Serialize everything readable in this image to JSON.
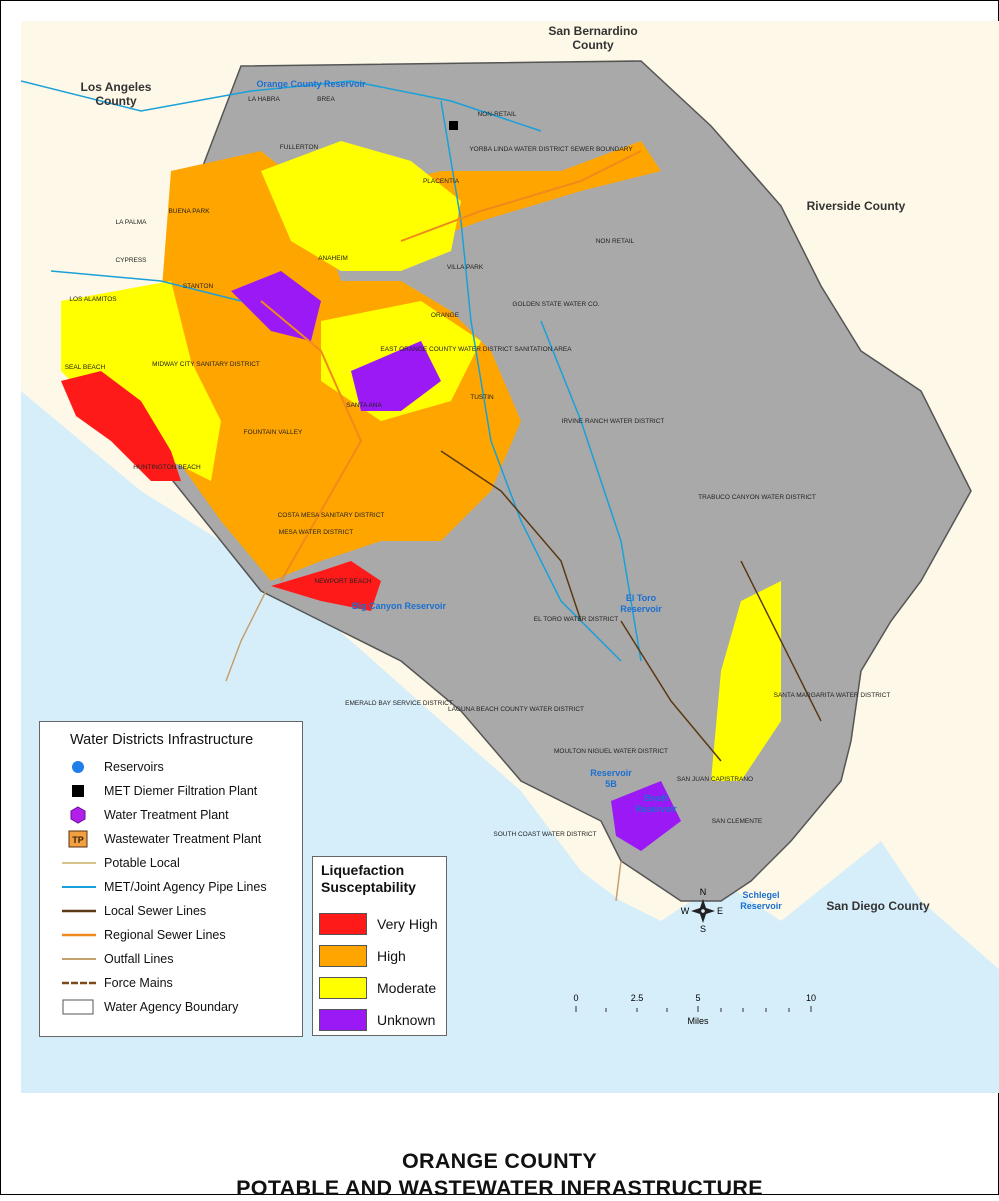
{
  "title": {
    "line1": "ORANGE COUNTY",
    "line2": "POTABLE AND WASTEWATER INFRASTRUCTURE"
  },
  "counties": {
    "san_bernardino": [
      "San Bernardino",
      "County"
    ],
    "los_angeles": [
      "Los Angeles",
      "County"
    ],
    "riverside": "Riverside County",
    "san_diego": "San Diego County"
  },
  "reservoirs": {
    "orange_county": "Orange County Reservoir",
    "big_canyon": "Big Canyon Reservoir",
    "el_toro": [
      "El Toro",
      "Reservoir"
    ],
    "reservoir_5b": [
      "Reservoir",
      "5B"
    ],
    "bradt": [
      "Bradt",
      "Reservoir"
    ],
    "schlegel": [
      "Schlegel",
      "Reservoir"
    ]
  },
  "places": [
    "LA HABRA",
    "BREA",
    "FULLERTON",
    "YORBA LINDA WATER DISTRICT SEWER BOUNDARY",
    "PLACENTIA",
    "BUENA PARK",
    "LA PALMA",
    "CYPRESS",
    "ANAHEIM",
    "STANTON",
    "LOS ALAMITOS",
    "VILLA PARK",
    "ORANGE",
    "GOLDEN STATE WATER CO.",
    "SEAL BEACH",
    "MIDWAY CITY SANITARY DISTRICT",
    "EAST ORANGE COUNTY WATER DISTRICT SANITATION AREA",
    "SANTA ANA",
    "TUSTIN",
    "IRVINE RANCH WATER DISTRICT",
    "FOUNTAIN VALLEY",
    "HUNTINGTON BEACH",
    "COSTA MESA SANITARY DISTRICT",
    "MESA WATER DISTRICT",
    "NEWPORT BEACH",
    "TRABUCO CANYON WATER DISTRICT",
    "EL TORO WATER DISTRICT",
    "SANTA MARGARITA WATER DISTRICT",
    "EMERALD BAY SERVICE DISTRICT",
    "LAGUNA BEACH COUNTY WATER DISTRICT",
    "MOULTON NIGUEL WATER DISTRICT",
    "SAN JUAN CAPISTRANO",
    "SOUTH COAST WATER DISTRICT",
    "SAN CLEMENTE",
    "NON-RETAIL",
    "NON RETAIL"
  ],
  "legend": {
    "title": "Water Districts Infrastructure",
    "items": [
      {
        "label": "Reservoirs",
        "symbol": "blue-dot-icon"
      },
      {
        "label": "MET Diemer Filtration Plant",
        "symbol": "black-square-icon"
      },
      {
        "label": "Water Treatment Plant",
        "symbol": "purple-hexagon-icon"
      },
      {
        "label": "Wastewater Treatment Plant",
        "symbol": "tp-box-icon",
        "glyph": "TP"
      },
      {
        "label": "Potable Local",
        "symbol": "line",
        "color": "#d8c48a"
      },
      {
        "label": "MET/Joint Agency Pipe Lines",
        "symbol": "line",
        "color": "#1aa0d8"
      },
      {
        "label": "Local Sewer Lines",
        "symbol": "line",
        "color": "#5a3a14"
      },
      {
        "label": "Regional Sewer Lines",
        "symbol": "line",
        "color": "#ef8a1c"
      },
      {
        "label": "Outfall Lines",
        "symbol": "line",
        "color": "#c4a070"
      },
      {
        "label": "Force Mains",
        "symbol": "dashed-line",
        "color": "#7a4a1a"
      },
      {
        "label": "Water Agency Boundary",
        "symbol": "box"
      }
    ]
  },
  "liquefaction": {
    "title": [
      "Liquefaction",
      "Susceptability"
    ],
    "classes": [
      {
        "label": "Very High",
        "color": "#ff1a1a"
      },
      {
        "label": "High",
        "color": "#ffa500"
      },
      {
        "label": "Moderate",
        "color": "#ffff00"
      },
      {
        "label": "Unknown",
        "color": "#9b19f5"
      }
    ]
  },
  "scale": {
    "ticks": [
      "0",
      "2.5",
      "5",
      "10"
    ],
    "unit": "Miles"
  },
  "north_arrow": {
    "n": "N",
    "s": "S",
    "e": "E",
    "w": "W"
  },
  "colors": {
    "ocean": "#d6eef9",
    "land_outside": "#fdf8e7",
    "terrain": "#a9a9a9",
    "county_line": "#555555"
  }
}
